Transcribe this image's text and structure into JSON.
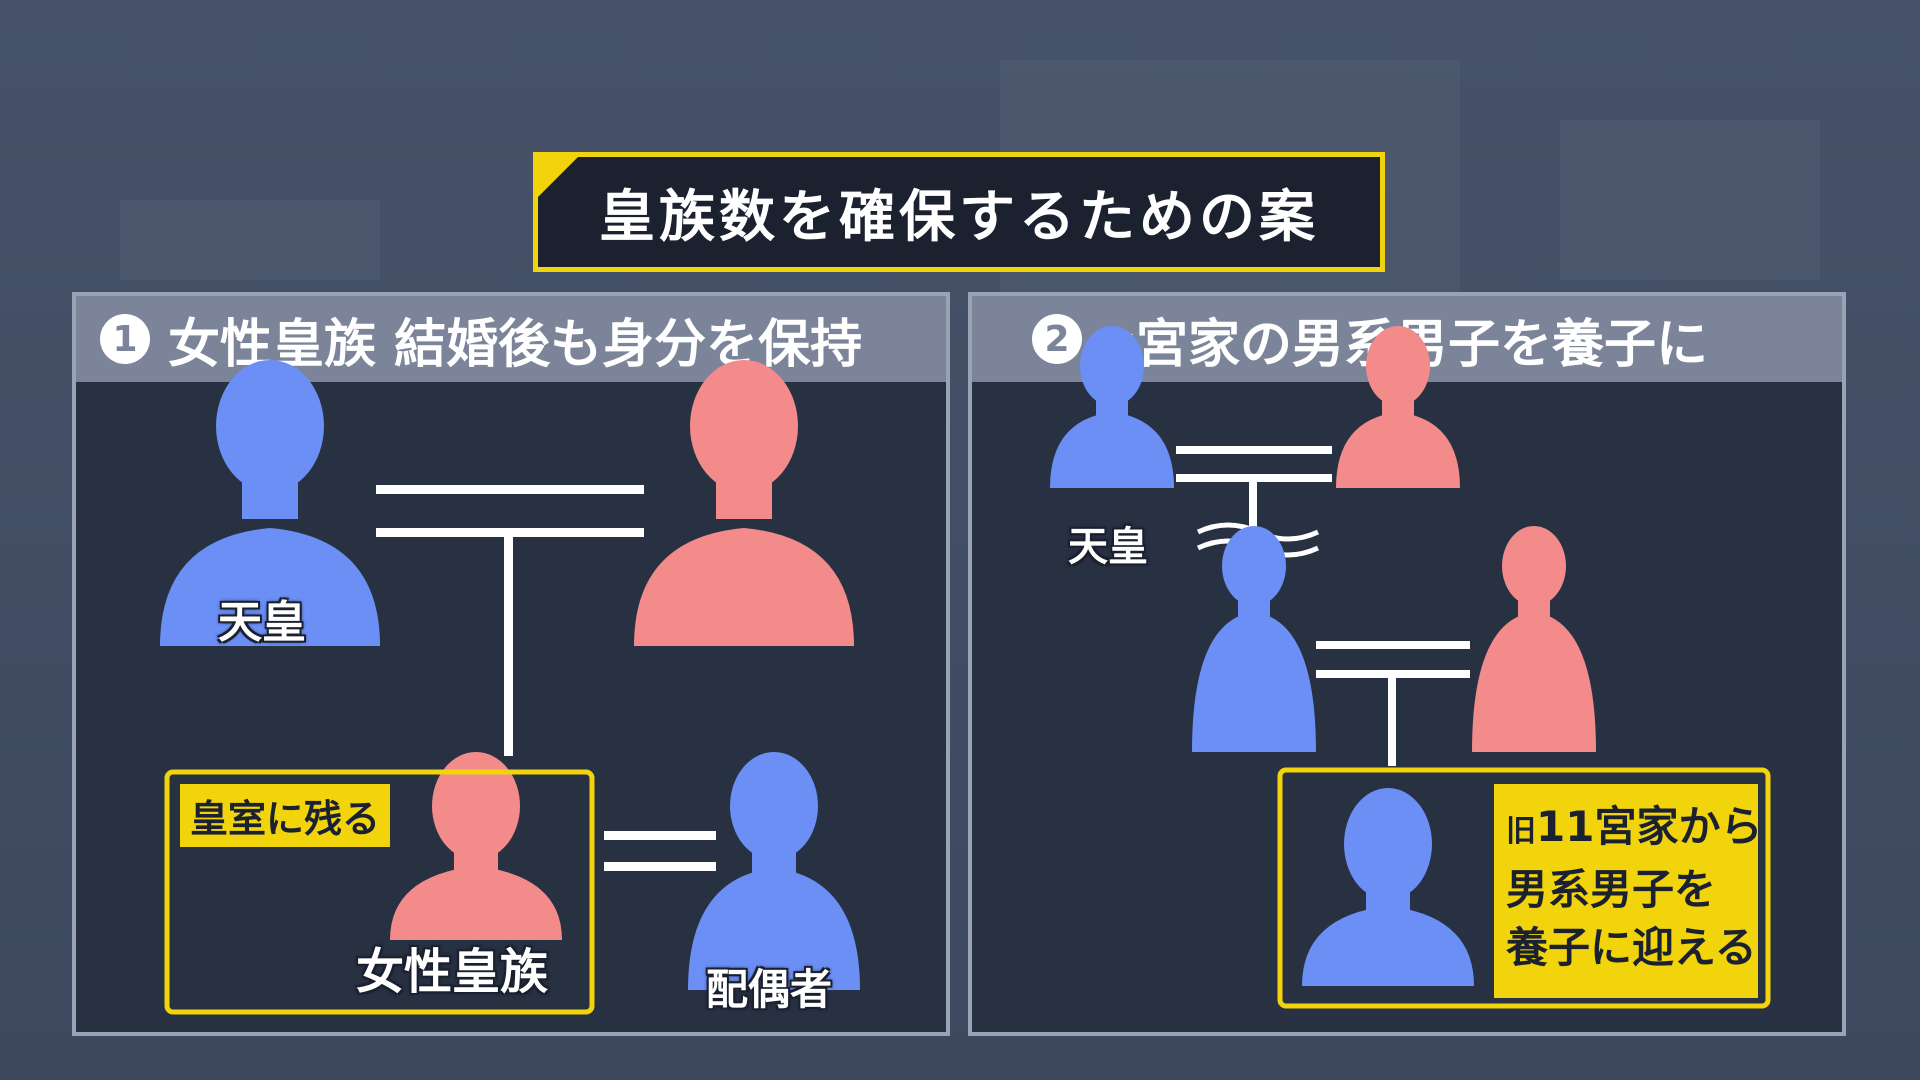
{
  "title": "皇族数を確保するための案",
  "colors": {
    "male": "#6b8ff5",
    "female": "#f38b8b",
    "highlight": "#f2d40c",
    "panel_bg": "#283142",
    "header_bg": "#7b8499"
  },
  "panel1": {
    "number": "1",
    "heading": "女性皇族 結婚後も身分を保持",
    "label_emperor": "天皇",
    "tag_remain": "皇室に残る",
    "label_female_royal": "女性皇族",
    "label_spouse": "配偶者"
  },
  "panel2": {
    "number": "2",
    "heading_prefix": "旧",
    "heading_main": "宮家の男系男子を養子に",
    "label_emperor": "天皇",
    "note": {
      "line1_prefix": "旧",
      "line1_main": "11宮家から",
      "line2": "男系男子を",
      "line3": "養子に迎える"
    }
  }
}
